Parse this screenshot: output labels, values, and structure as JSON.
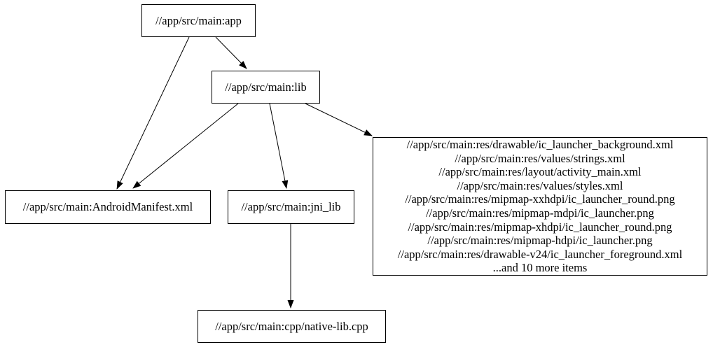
{
  "graph": {
    "title": "build-target-dependency-graph",
    "colors": {
      "background": "#ffffff",
      "node_border": "#000000",
      "node_fill": "#ffffff",
      "text": "#000000",
      "edge": "#000000"
    },
    "nodes": {
      "app": {
        "label": "//app/src/main:app"
      },
      "lib": {
        "label": "//app/src/main:lib"
      },
      "android_manifest": {
        "label": "//app/src/main:AndroidManifest.xml"
      },
      "jni_lib": {
        "label": "//app/src/main:jni_lib"
      },
      "res_group": {
        "lines": [
          "//app/src/main:res/drawable/ic_launcher_background.xml",
          "//app/src/main:res/values/strings.xml",
          "//app/src/main:res/layout/activity_main.xml",
          "//app/src/main:res/values/styles.xml",
          "//app/src/main:res/mipmap-xxhdpi/ic_launcher_round.png",
          "//app/src/main:res/mipmap-mdpi/ic_launcher.png",
          "//app/src/main:res/mipmap-xhdpi/ic_launcher_round.png",
          "//app/src/main:res/mipmap-hdpi/ic_launcher.png",
          "//app/src/main:res/drawable-v24/ic_launcher_foreground.xml",
          "...and 10 more items"
        ]
      },
      "native_lib_cpp": {
        "label": "//app/src/main:cpp/native-lib.cpp"
      }
    },
    "edges": [
      {
        "from": "app",
        "to": "lib"
      },
      {
        "from": "app",
        "to": "android_manifest"
      },
      {
        "from": "lib",
        "to": "android_manifest"
      },
      {
        "from": "lib",
        "to": "jni_lib"
      },
      {
        "from": "lib",
        "to": "res_group"
      },
      {
        "from": "jni_lib",
        "to": "native_lib_cpp"
      }
    ]
  }
}
